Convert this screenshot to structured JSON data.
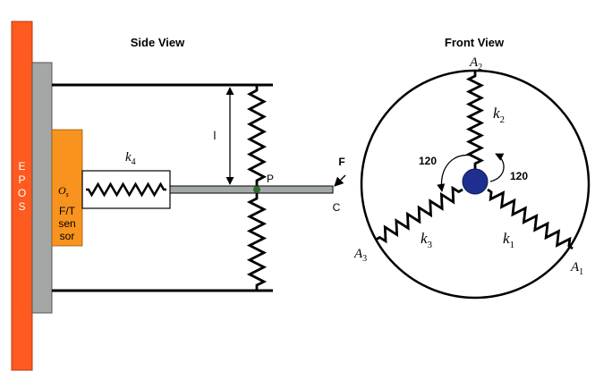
{
  "side_view": {
    "title": "Side View",
    "epos_label": "EPOS",
    "sensor_origin": "O",
    "sensor_origin_sub": "s",
    "sensor_lines": [
      "F/T",
      "sen",
      "sor"
    ],
    "spring_k4_letter": "k",
    "spring_k4_sub": "4",
    "length_label": "l",
    "point_p": "P",
    "point_c": "C",
    "force_label": "F"
  },
  "front_view": {
    "title": "Front View",
    "anchors": [
      {
        "letter": "A",
        "sub": "1"
      },
      {
        "letter": "A",
        "sub": "2"
      },
      {
        "letter": "A",
        "sub": "3"
      }
    ],
    "springs": [
      {
        "letter": "k",
        "sub": "1"
      },
      {
        "letter": "k",
        "sub": "2"
      },
      {
        "letter": "k",
        "sub": "3"
      }
    ],
    "angle_left": "120",
    "angle_right": "120"
  },
  "colors": {
    "epos": "#ff5a1f",
    "epos_border": "#b23a0e",
    "plate": "#a3a8a6",
    "sensor": "#f7931e",
    "rod": "#a3a8a6",
    "ball": "#1f2f8f",
    "point_p": "#2e6b2e"
  }
}
